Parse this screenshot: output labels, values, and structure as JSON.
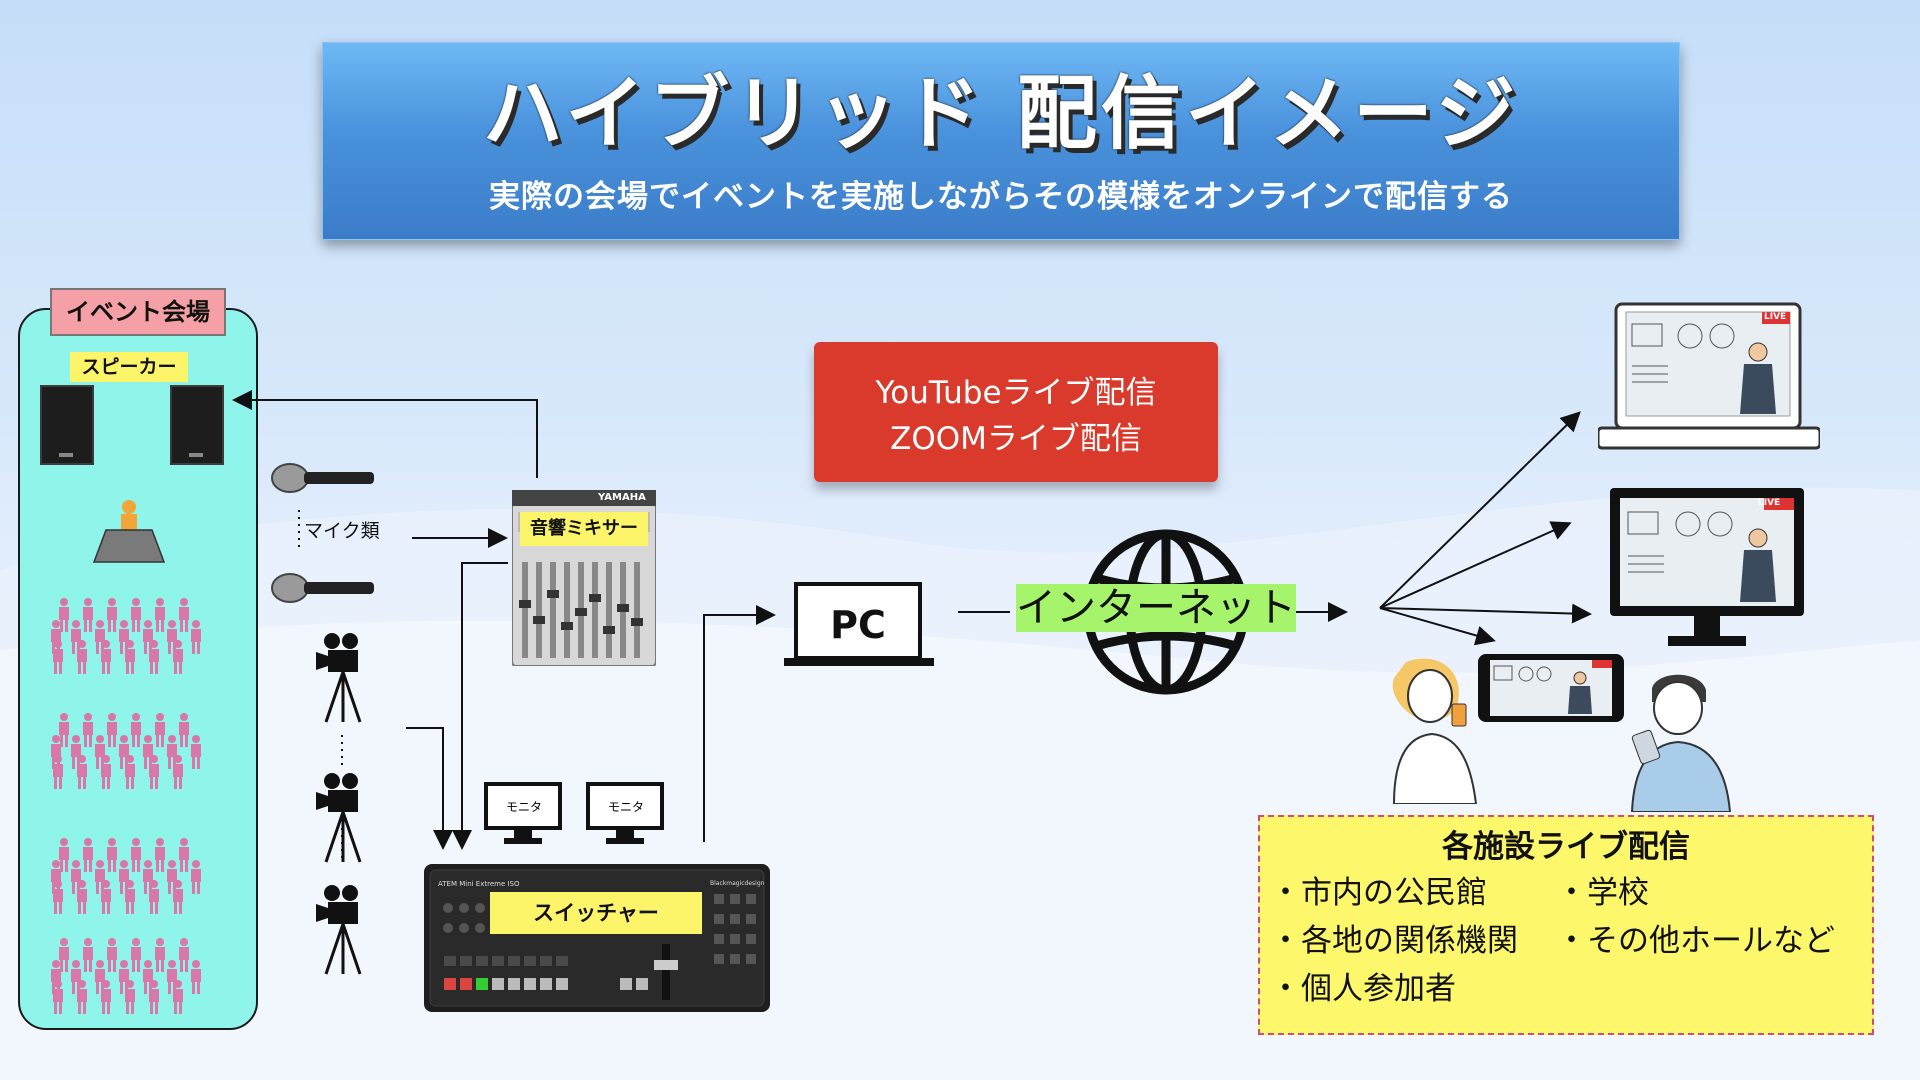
{
  "banner": {
    "title": "ハイブリッド 配信イメージ",
    "subtitle": "実際の会場でイベントを実施しながらその模様をオンラインで配信する"
  },
  "venue": {
    "label": "イベント会場",
    "speaker_label": "スピーカー"
  },
  "devices": {
    "mic_label": "マイク類",
    "mixer_label": "音響ミキサー",
    "mixer_brand": "YAMAHA",
    "switcher_label": "スイッチャー",
    "switcher_model": "ATEM Mini Extreme ISO",
    "switcher_brand": "Blackmagicdesign",
    "monitor_label": "モニタ",
    "pc_label": "PC"
  },
  "streaming": {
    "line1": "YouTubeライブ配信",
    "line2": "ZOOMライブ配信"
  },
  "internet": {
    "label": "インターネット"
  },
  "screens": {
    "live_badge": "LIVE"
  },
  "facilities": {
    "title": "各施設ライブ配信",
    "items": [
      "・市内の公民館",
      "・学校",
      "・各地の関係機関",
      "・その他ホールなど",
      "・個人参加者"
    ]
  },
  "colors": {
    "banner_blue": "#4a92dc",
    "venue_cyan": "#8ff4ea",
    "label_pink": "#f5a0a6",
    "tag_yellow": "#fcf56a",
    "stream_red": "#d93a2b",
    "internet_green": "#a6f36c",
    "facility_yellow": "#fcf76b",
    "person_pink": "#d877a8"
  }
}
